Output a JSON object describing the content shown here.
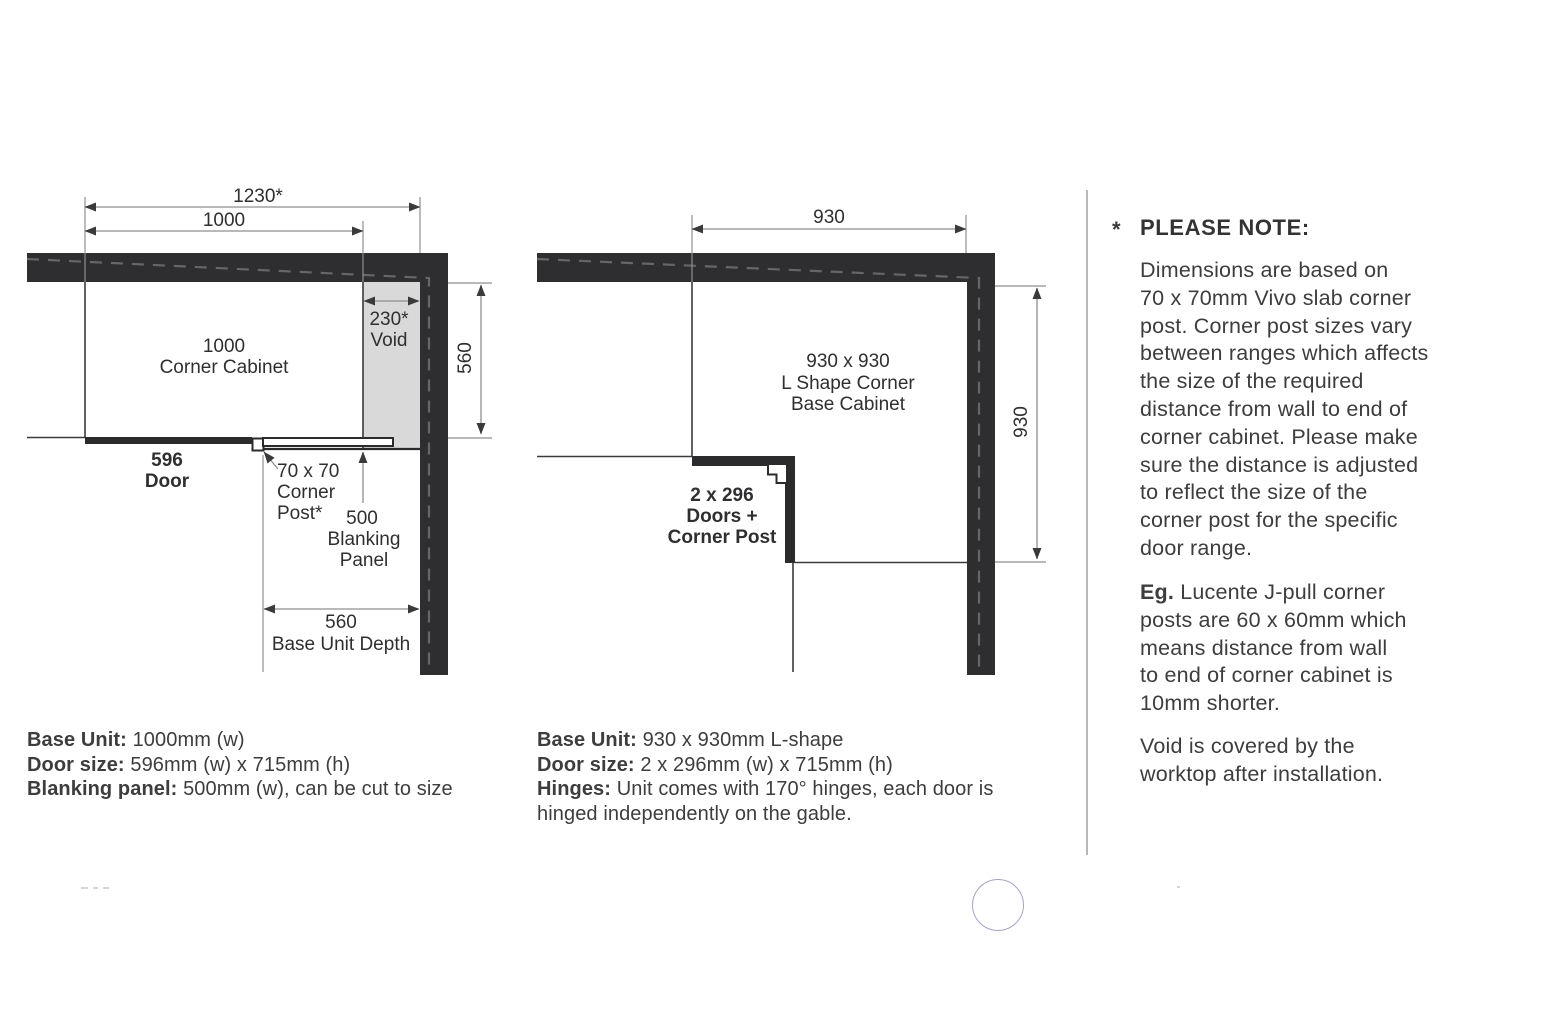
{
  "colors": {
    "wall": "#2e2e30",
    "void_fill": "#d9d9d9",
    "dimension_line": "#8f8f8f",
    "text": "#3d3d3d",
    "divider": "#b8b8b8",
    "circle_outline": "#a7a2c2"
  },
  "diagram1": {
    "dim_width_total": "1230*",
    "dim_width_cabinet": "1000",
    "cabinet_label_line1": "1000",
    "cabinet_label_line2": "Corner Cabinet",
    "void_dim": "230*",
    "void_label": "Void",
    "dim_depth_side": "560",
    "door_label_line1": "596",
    "door_label_line2": "Door",
    "corner_post_label_line1": "70 x 70",
    "corner_post_label_line2": "Corner",
    "corner_post_label_line3": "Post*",
    "blanking_label_line1": "500",
    "blanking_label_line2": "Blanking",
    "blanking_label_line3": "Panel",
    "base_depth_dim": "560",
    "base_depth_label": "Base Unit Depth",
    "specs": [
      {
        "label": "Base Unit:",
        "value": " 1000mm (w)"
      },
      {
        "label": "Door size:",
        "value": " 596mm (w) x 715mm (h)"
      },
      {
        "label": "Blanking panel:",
        "value": " 500mm (w), can be cut to size"
      }
    ]
  },
  "diagram2": {
    "dim_width_top": "930",
    "dim_depth_side": "930",
    "cabinet_label_line1": "930 x 930",
    "cabinet_label_line2": "L Shape Corner",
    "cabinet_label_line3": "Base Cabinet",
    "doors_label_line1": "2 x 296",
    "doors_label_line2": "Doors +",
    "doors_label_line3": "Corner Post",
    "specs": [
      {
        "label": "Base Unit:",
        "value": " 930 x 930mm L-shape"
      },
      {
        "label": "Door size:",
        "value": " 2 x 296mm (w) x 715mm (h)"
      },
      {
        "label": "Hinges:",
        "value": " Unit comes with 170° hinges, each door is",
        "value2": "hinged independently on the gable."
      }
    ]
  },
  "note": {
    "marker": "*",
    "title": "PLEASE NOTE:",
    "para1_lines": [
      "Dimensions are based on",
      "70 x 70mm Vivo slab corner",
      "post. Corner post sizes vary",
      "between ranges which affects",
      "the size of the required",
      "distance from wall to end of",
      "corner cabinet. Please make",
      "sure the distance is adjusted",
      "to reflect the size of the",
      "corner post for the specific",
      "door range."
    ],
    "eg_label": "Eg.",
    "para2_lines": [
      " Lucente J-pull corner",
      "posts are 60 x 60mm which",
      "means distance from wall",
      "to end of corner cabinet is",
      "10mm shorter."
    ],
    "para3_lines": [
      "Void is covered by the",
      "worktop after installation."
    ]
  }
}
